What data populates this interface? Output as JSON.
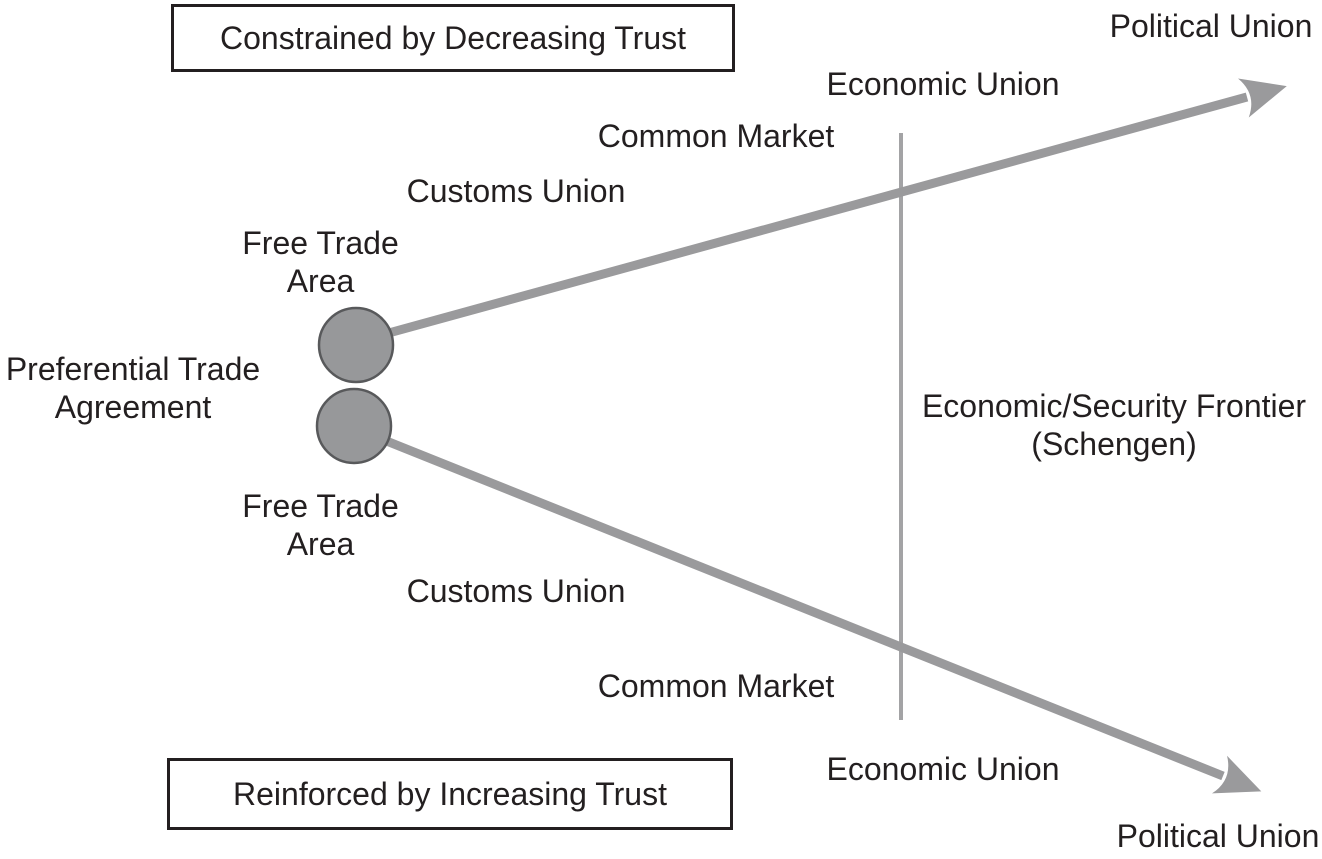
{
  "colors": {
    "background": "#ffffff",
    "text": "#231f20",
    "arrow_gray": "#9a9a9c",
    "frontier_line_gray": "#a3a3a5",
    "node_fill": "#97989a",
    "node_stroke": "#58595b",
    "box_border": "#231f20"
  },
  "boxes": {
    "top": "Constrained by Decreasing Trust",
    "bottom": "Reinforced by Increasing Trust"
  },
  "origin": {
    "line1": "Preferential Trade",
    "line2": "Agreement"
  },
  "upper_path": {
    "free_trade_area": "Free Trade Area",
    "customs_union": "Customs Union",
    "common_market": "Common Market",
    "economic_union": "Economic Union",
    "political_union": "Political Union"
  },
  "lower_path": {
    "free_trade_area": "Free Trade Area",
    "customs_union": "Customs Union",
    "common_market": "Common Market",
    "economic_union": "Economic Union",
    "political_union": "Political Union"
  },
  "frontier": {
    "line1": "Economic/Security Frontier",
    "line2": "(Schengen)"
  }
}
